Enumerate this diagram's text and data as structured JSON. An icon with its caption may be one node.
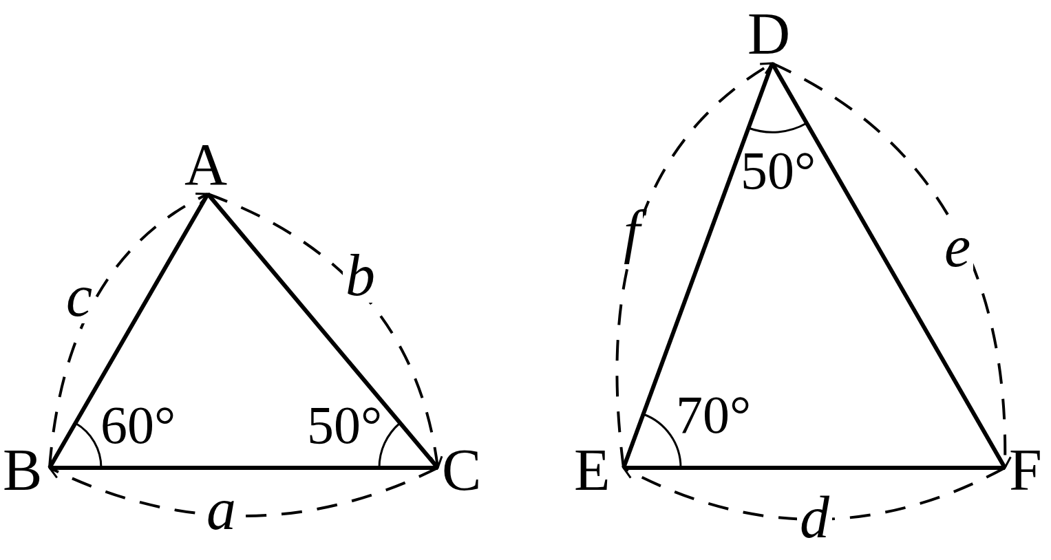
{
  "diagram": {
    "nodes": [
      {
        "text": [
          "A"
        ]
      },
      {
        "text": [
          "B"
        ]
      },
      {
        "text": [
          "C"
        ]
      },
      {
        "text": [
          "D"
        ]
      },
      {
        "text": [
          "E"
        ]
      },
      {
        "text": [
          "F"
        ]
      }
    ],
    "edges": [
      {
        "from": 1,
        "to": 0,
        "arrow": "none"
      },
      {
        "from": 0,
        "to": 2,
        "arrow": "none"
      },
      {
        "from": 1,
        "to": 2,
        "arrow": "none"
      },
      {
        "from": 1,
        "to": 0,
        "arrow": "to",
        "label": "c",
        "style": "dashed"
      },
      {
        "from": 0,
        "to": 2,
        "arrow": "to",
        "label": "b",
        "style": "dashed"
      },
      {
        "from": 2,
        "to": 1,
        "arrow": "to",
        "label": "a",
        "style": "dashed"
      },
      {
        "from": 4,
        "to": 3,
        "arrow": "none"
      },
      {
        "from": 3,
        "to": 5,
        "arrow": "none"
      },
      {
        "from": 4,
        "to": 5,
        "arrow": "none"
      },
      {
        "from": 4,
        "to": 3,
        "arrow": "to",
        "label": "f",
        "style": "dashed"
      },
      {
        "from": 3,
        "to": 5,
        "arrow": "to",
        "label": "e",
        "style": "dashed"
      },
      {
        "from": 5,
        "to": 4,
        "arrow": "to",
        "label": "d",
        "style": "dashed"
      }
    ],
    "labels": [
      "60°",
      "50°",
      "50°",
      "70°"
    ]
  }
}
